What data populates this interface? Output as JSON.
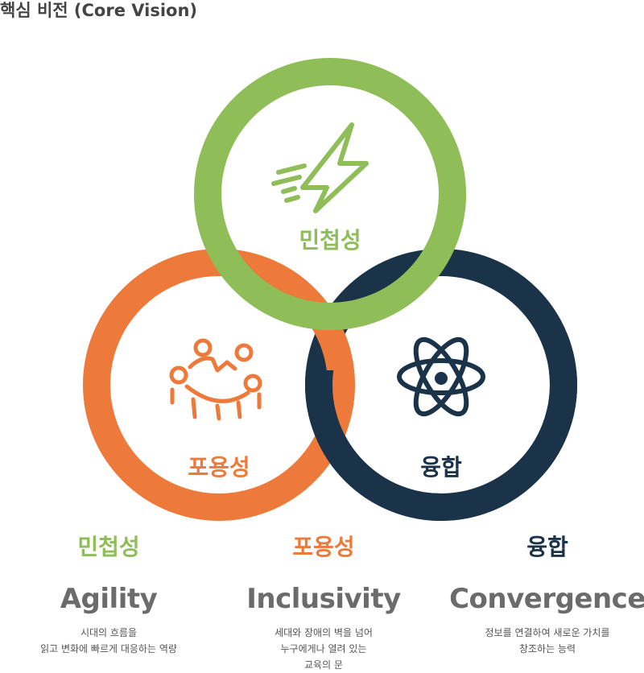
{
  "title": "핵심 비전 (Core Vision)",
  "colors": {
    "green": "#8fbd58",
    "orange": "#ed7a3a",
    "navy": "#1a3348",
    "gray_text": "#6b6b6b"
  },
  "circles": [
    {
      "label": "민첩성",
      "icon": "lightning-bolt-icon",
      "color": "#8fbd58"
    },
    {
      "label": "포용성",
      "icon": "people-circle-icon",
      "color": "#ed7a3a"
    },
    {
      "label": "융합",
      "icon": "atom-icon",
      "color": "#1a3348"
    }
  ],
  "columns": [
    {
      "ko": "민첩성",
      "en": "Agility",
      "color": "#8fbd58",
      "desc": [
        "시대의 흐름을",
        "읽고 변화에 빠르게 대응하는 역량"
      ]
    },
    {
      "ko": "포용성",
      "en": "Inclusivity",
      "color": "#ed7a3a",
      "desc": [
        "세대와 장애의 벽을 넘어",
        "누구에게나 열려 있는",
        "교육의 문"
      ]
    },
    {
      "ko": "융합",
      "en": "Convergence",
      "color": "#1a3348",
      "desc": [
        "정보를 연결하여 새로운 가치를",
        "창조하는 능력"
      ]
    }
  ]
}
